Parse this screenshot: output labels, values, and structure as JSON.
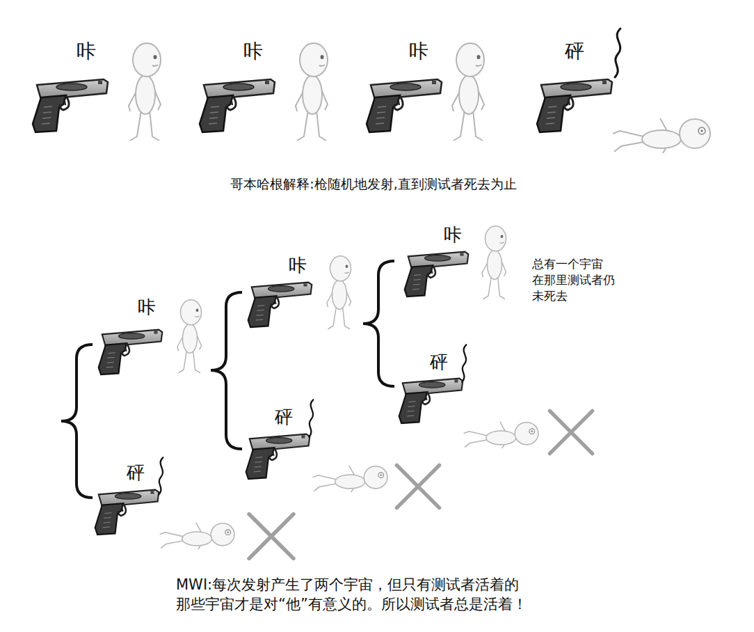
{
  "diagram": {
    "labels": [
      "咔",
      "咔",
      "咔",
      "砰",
      "哥本哈根解释:枪随机地发射,直到测试者死去为止",
      "咔",
      "砰",
      "咔",
      "砰",
      "咔",
      "砰",
      "总有一个宇宙 在那里测试者仍 未死去",
      "MWI:每次发射产生了两个宇宙，但只有测试者活着的 那些宇宙才是对“他”有意义的。所以测试者总是活着！"
    ]
  }
}
